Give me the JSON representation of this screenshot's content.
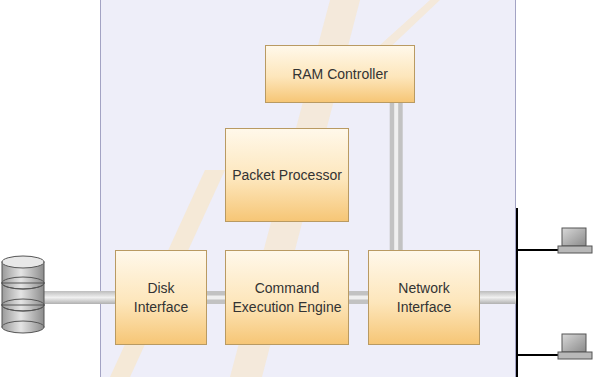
{
  "diagram": {
    "nodes": [
      {
        "text": [
          "RAM Controller"
        ]
      },
      {
        "text": [
          "Packet Processor"
        ]
      },
      {
        "text": [
          "Disk Interface"
        ]
      },
      {
        "text": [
          "Command Execution Engine"
        ]
      },
      {
        "text": [
          "Network Interface"
        ]
      }
    ],
    "edges": [
      {
        "from": 2,
        "to": 3,
        "arrow": "none"
      },
      {
        "from": 3,
        "to": 4,
        "arrow": "none"
      },
      {
        "from": 0,
        "to": 4,
        "arrow": "none"
      }
    ]
  }
}
